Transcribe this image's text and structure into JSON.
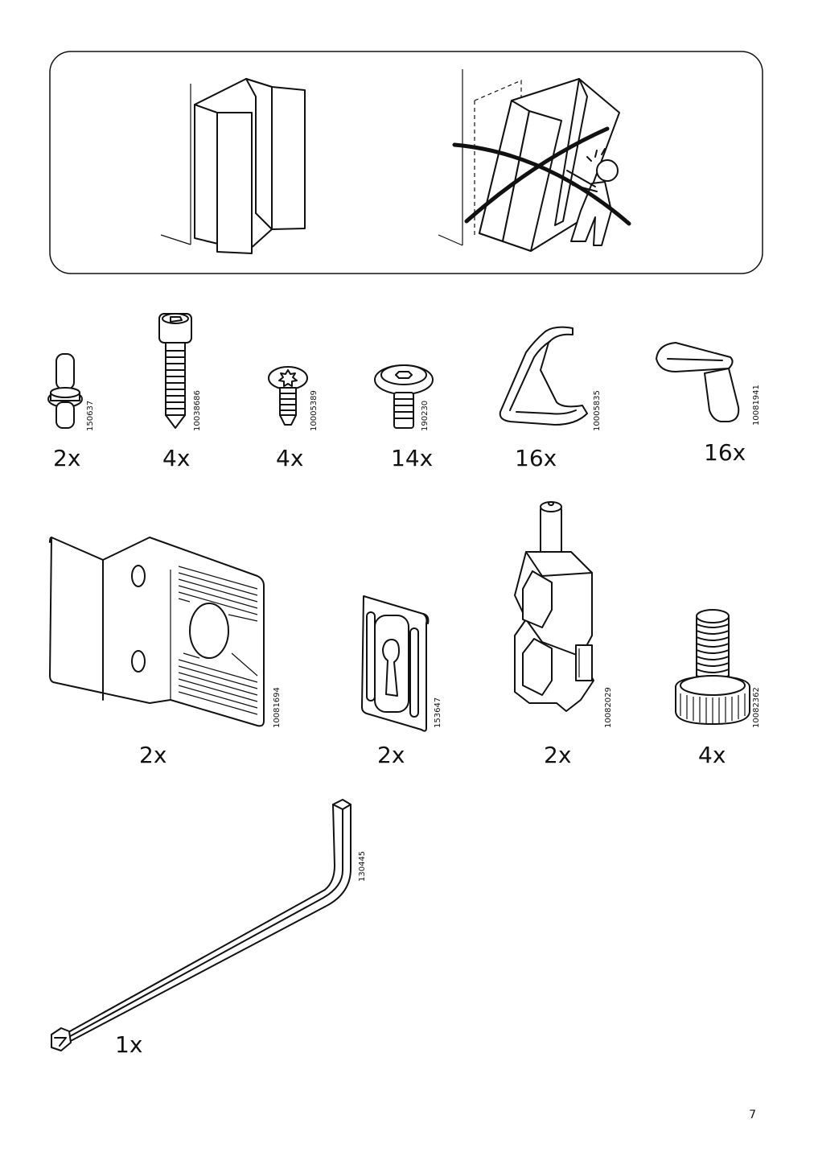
{
  "page": {
    "number": "7"
  },
  "warning_panel": {
    "correct": "wardrobe-placed-against-wall",
    "incorrect": "wardrobe-tipping-onto-person-crossed-out"
  },
  "parts": [
    {
      "id": "150637",
      "quantity": "2x",
      "icon": "shelf-pin-icon"
    },
    {
      "id": "10038686",
      "quantity": "4x",
      "icon": "long-bolt-icon"
    },
    {
      "id": "10005389",
      "quantity": "4x",
      "icon": "short-screw-icon"
    },
    {
      "id": "190230",
      "quantity": "14x",
      "icon": "wide-head-screw-icon"
    },
    {
      "id": "10005835",
      "quantity": "16x",
      "icon": "wire-clip-icon"
    },
    {
      "id": "10081941",
      "quantity": "16x",
      "icon": "bent-clip-icon"
    },
    {
      "id": "10081694",
      "quantity": "2x",
      "icon": "angle-bracket-icon"
    },
    {
      "id": "153647",
      "quantity": "2x",
      "icon": "keyhole-plate-icon"
    },
    {
      "id": "10082029",
      "quantity": "2x",
      "icon": "connector-fitting-icon"
    },
    {
      "id": "10082362",
      "quantity": "4x",
      "icon": "adjustable-foot-icon"
    },
    {
      "id": "130445",
      "quantity": "1x",
      "icon": "allen-key-icon"
    }
  ]
}
